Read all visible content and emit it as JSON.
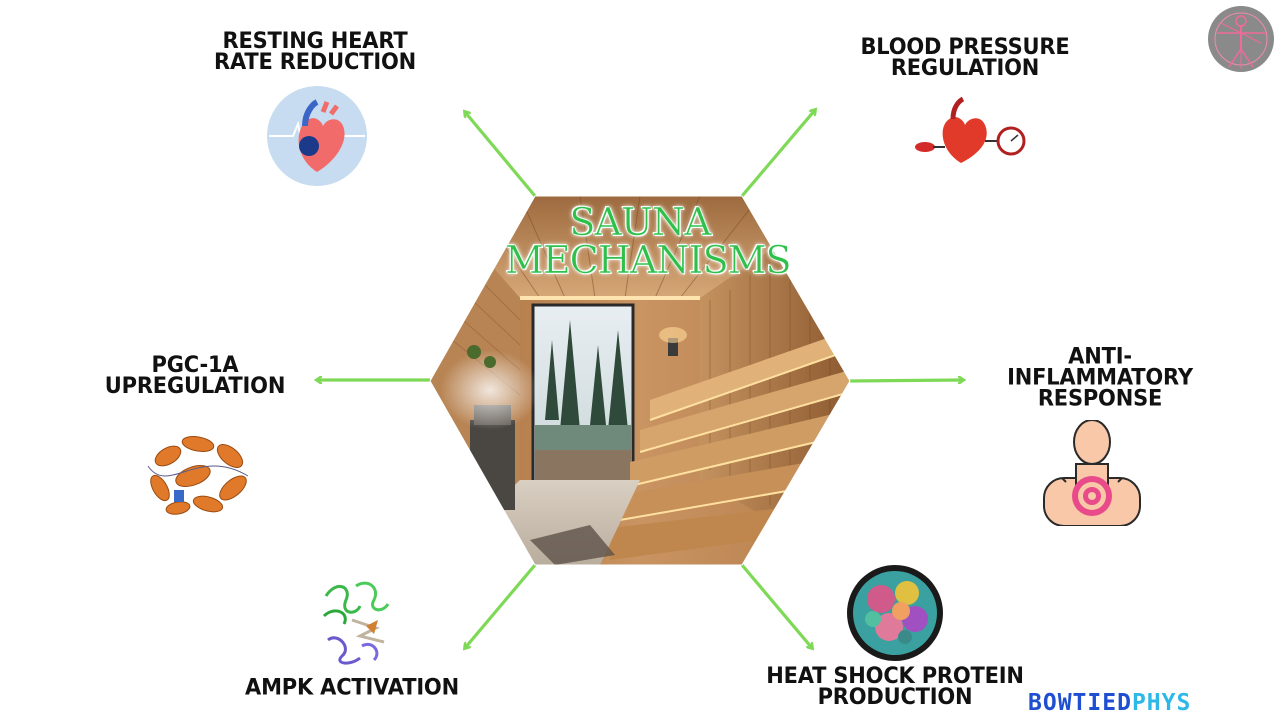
{
  "title": {
    "line1": "SAUNA",
    "line2": "MECHANISMS"
  },
  "mechanisms": {
    "resting_heart_rate": {
      "line1": "RESTING HEART",
      "line2": "RATE REDUCTION"
    },
    "blood_pressure": {
      "line1": "BLOOD PRESSURE",
      "line2": "REGULATION"
    },
    "pgc1a": {
      "line1": "PGC-1A",
      "line2": "UPREGULATION"
    },
    "anti_inflammatory": {
      "line1": "ANTI-",
      "line2": "INFLAMMATORY",
      "line3": "RESPONSE"
    },
    "ampk": {
      "line1": "AMPK ACTIVATION"
    },
    "heat_shock": {
      "line1": "HEAT SHOCK PROTEIN",
      "line2": "PRODUCTION"
    }
  },
  "brand": {
    "part1": "BOWTIED",
    "part2": "PHYS"
  },
  "colors": {
    "arrow": "#7ed957",
    "title": "#2fbf4a",
    "brand_primary": "#1f4fd0",
    "brand_secondary": "#2eb8e8"
  },
  "icons": {
    "heart_rate": "heart-with-ecg-icon",
    "blood_pressure": "heart-with-pressure-gauge-icon",
    "pgc1a": "protein-structure-icon",
    "anti_inflammatory": "inflamed-body-icon",
    "ampk": "protein-ribbon-icon",
    "heat_shock": "protein-sphere-icon",
    "logo": "vitruvian-man-icon",
    "center": "sauna-room-image"
  }
}
